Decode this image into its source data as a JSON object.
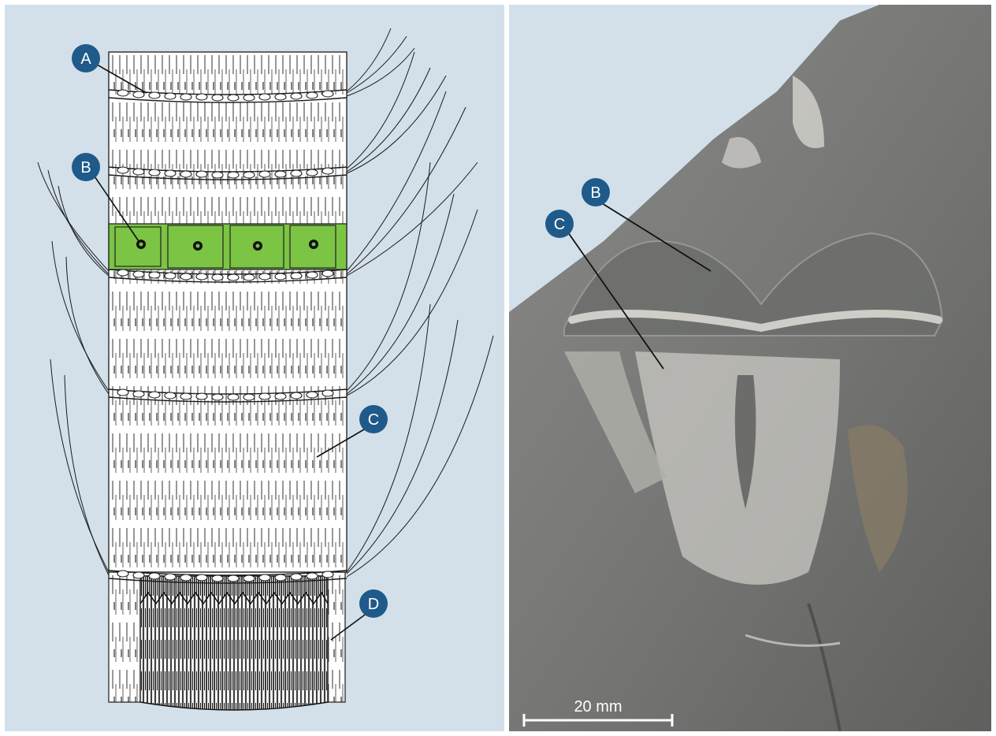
{
  "colors": {
    "panel_background": "#d3e0e9",
    "marker_fill": "#1f5a8a",
    "marker_text": "#ffffff",
    "highlight_green": "#7cc444",
    "line_art": "#1a1a1a",
    "stone_gray": "#7b7c7b",
    "fossil_light": "#c9c8c2"
  },
  "left_panel": {
    "markers": [
      {
        "letter": "A"
      },
      {
        "letter": "B"
      },
      {
        "letter": "C"
      },
      {
        "letter": "D"
      }
    ]
  },
  "right_panel": {
    "markers": [
      {
        "letter": "B"
      },
      {
        "letter": "C"
      }
    ],
    "scale_bar": {
      "label": "20 mm"
    }
  }
}
